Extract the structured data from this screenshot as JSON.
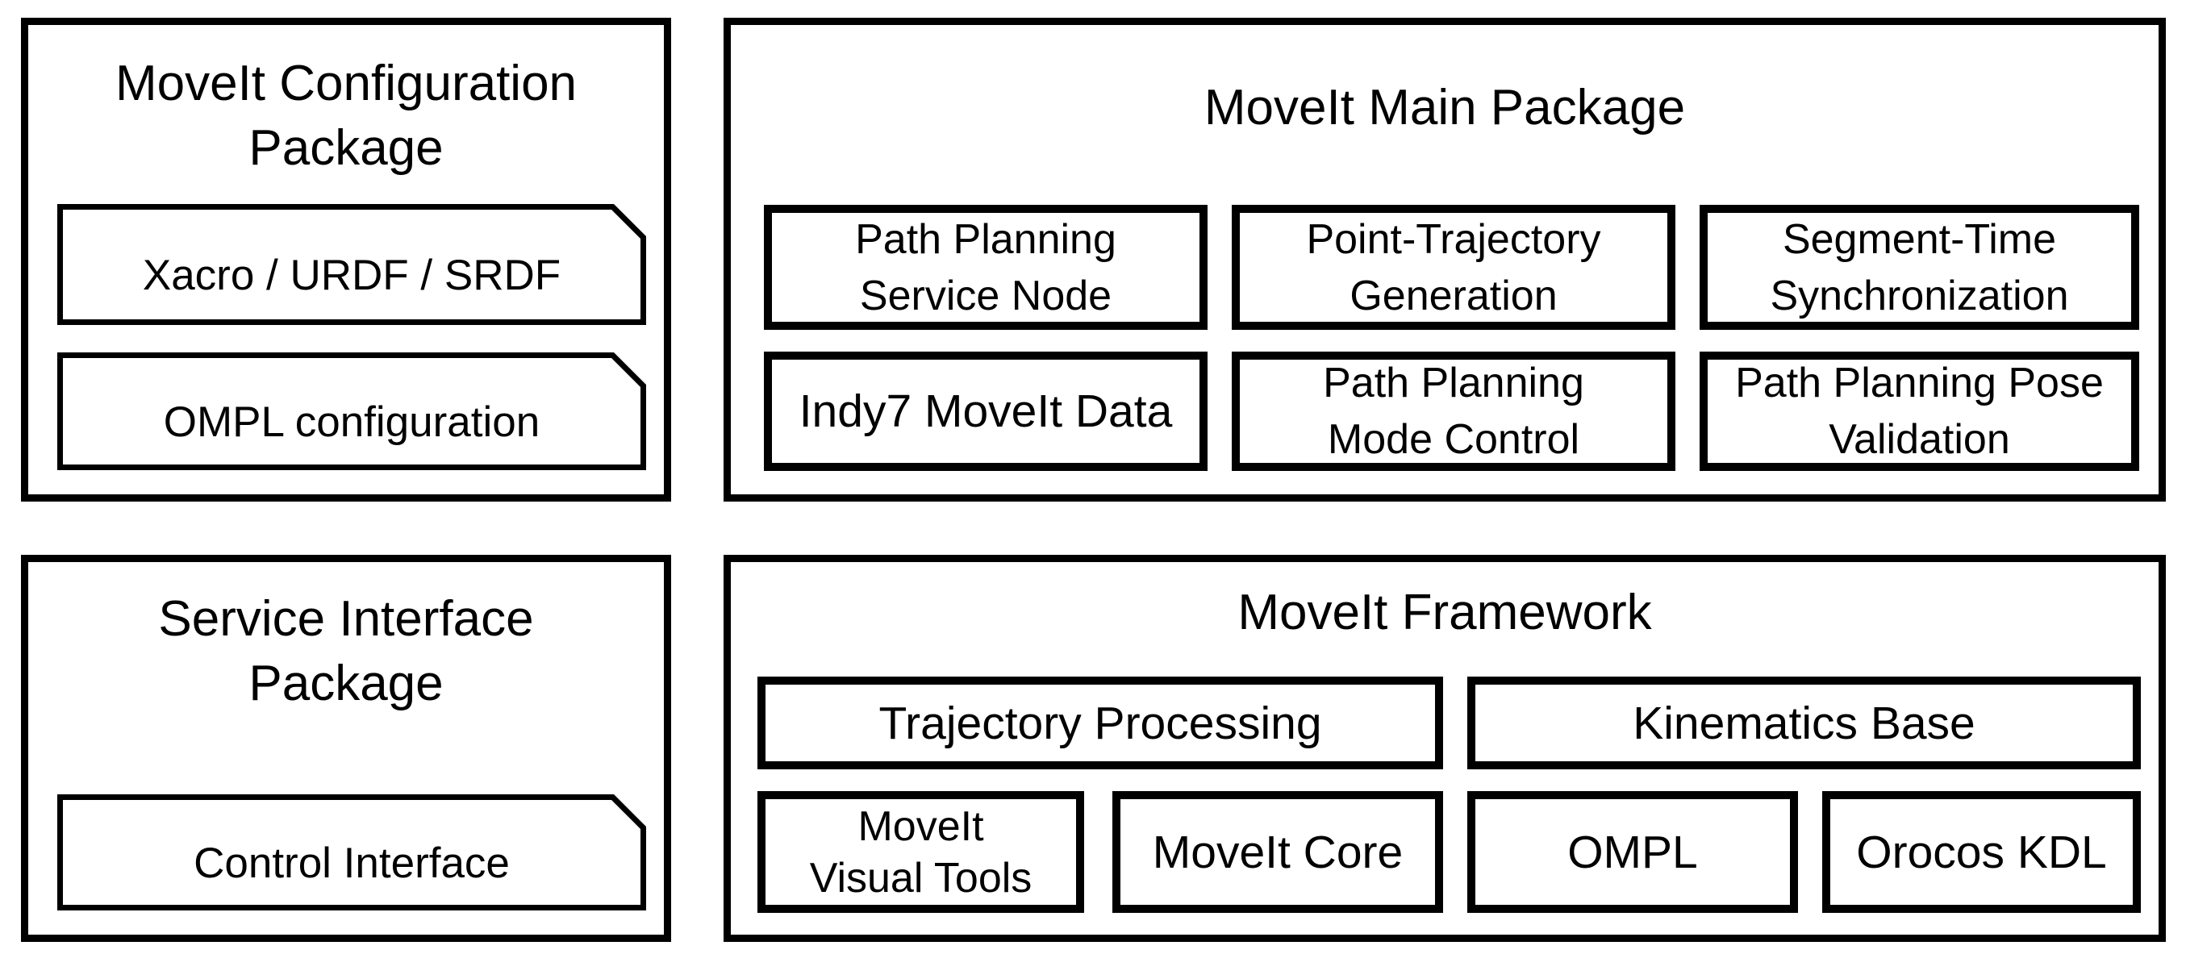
{
  "colors": {
    "background": "#ffffff",
    "border": "#000000",
    "text": "#000000"
  },
  "panels": {
    "config": {
      "title": "MoveIt Configuration\nPackage",
      "items": [
        {
          "label": "Xacro / URDF / SRDF"
        },
        {
          "label": "OMPL configuration"
        }
      ]
    },
    "main": {
      "title": "MoveIt Main Package",
      "items": [
        {
          "label": "Path Planning\nService Node"
        },
        {
          "label": "Point-Trajectory\nGeneration"
        },
        {
          "label": "Segment-Time\nSynchronization"
        },
        {
          "label": "Indy7 MoveIt Data"
        },
        {
          "label": "Path Planning\nMode Control"
        },
        {
          "label": "Path Planning Pose\nValidation"
        }
      ]
    },
    "service": {
      "title": "Service Interface\nPackage",
      "items": [
        {
          "label": "Control Interface"
        }
      ]
    },
    "framework": {
      "title": "MoveIt Framework",
      "items": [
        {
          "label": "Trajectory Processing"
        },
        {
          "label": "Kinematics Base"
        },
        {
          "label": "MoveIt\nVisual Tools"
        },
        {
          "label": "MoveIt Core"
        },
        {
          "label": "OMPL"
        },
        {
          "label": "Orocos KDL"
        }
      ]
    }
  }
}
